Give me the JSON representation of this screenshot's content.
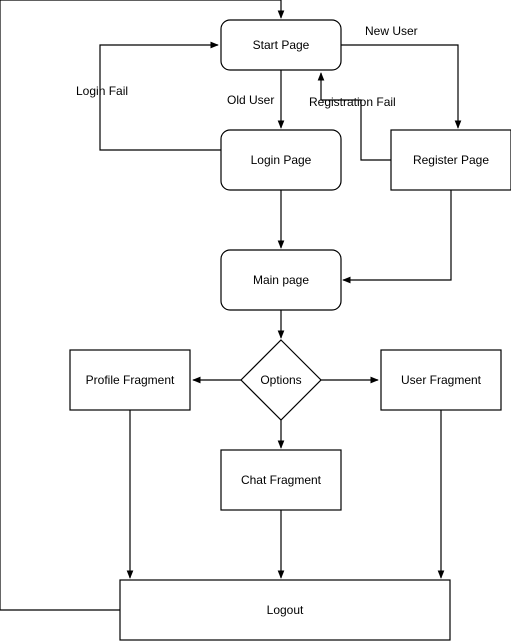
{
  "nodes": {
    "start": "Start Page",
    "login": "Login Page",
    "register": "Register Page",
    "main": "Main page",
    "options": "Options",
    "profile": "Profile Fragment",
    "user": "User Fragment",
    "chat": "Chat Fragment",
    "logout": "Logout"
  },
  "edges": {
    "new_user": "New User",
    "old_user": "Old User",
    "login_fail": "Login Fail",
    "registration_fail": "Registration Fail"
  },
  "colors": {
    "stroke": "#000000",
    "fill": "#ffffff"
  }
}
